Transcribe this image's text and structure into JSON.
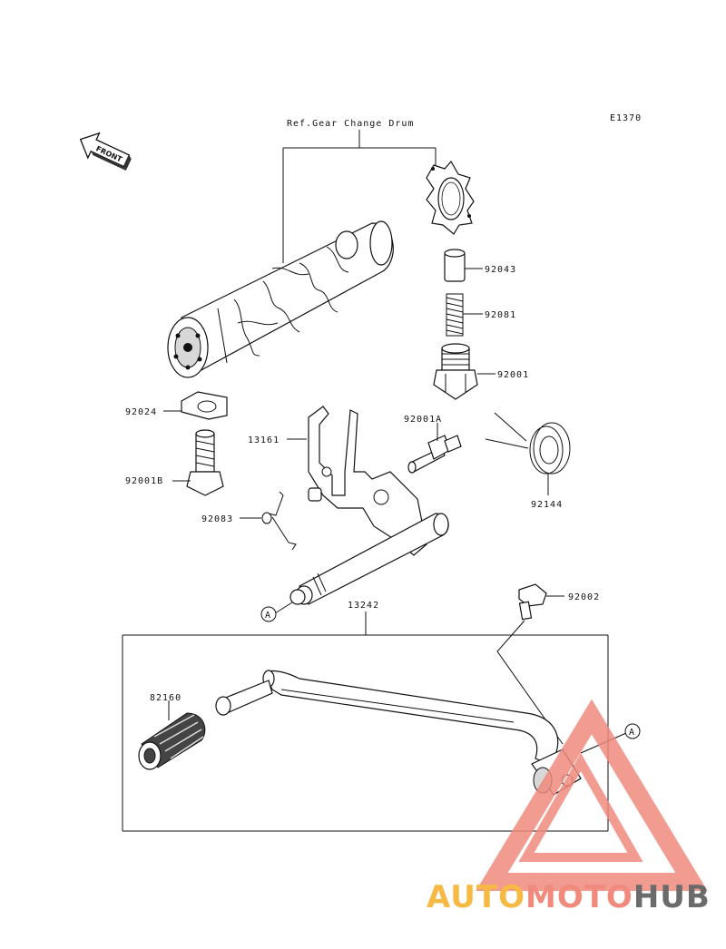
{
  "diagram_code": "E1370",
  "front_label": "FRONT",
  "ref_label": "Ref.Gear Change Drum",
  "parts": {
    "p92043": "92043",
    "p92081": "92081",
    "p92001": "92001",
    "p92024": "92024",
    "p92001B": "92001B",
    "p13161": "13161",
    "p92001A": "92001A",
    "p92144": "92144",
    "p92083": "92083",
    "p13242": "13242",
    "p92002": "92002",
    "p82160": "82160"
  },
  "ref_marker": "A",
  "watermark": {
    "part1": "AUTO",
    "part2": "MOTO",
    "part3": "HUB",
    "colors": {
      "part1": "#f5b944",
      "part2": "#f08a7c",
      "part3": "#6b6b6b",
      "triangle": "#f08a7c"
    }
  }
}
